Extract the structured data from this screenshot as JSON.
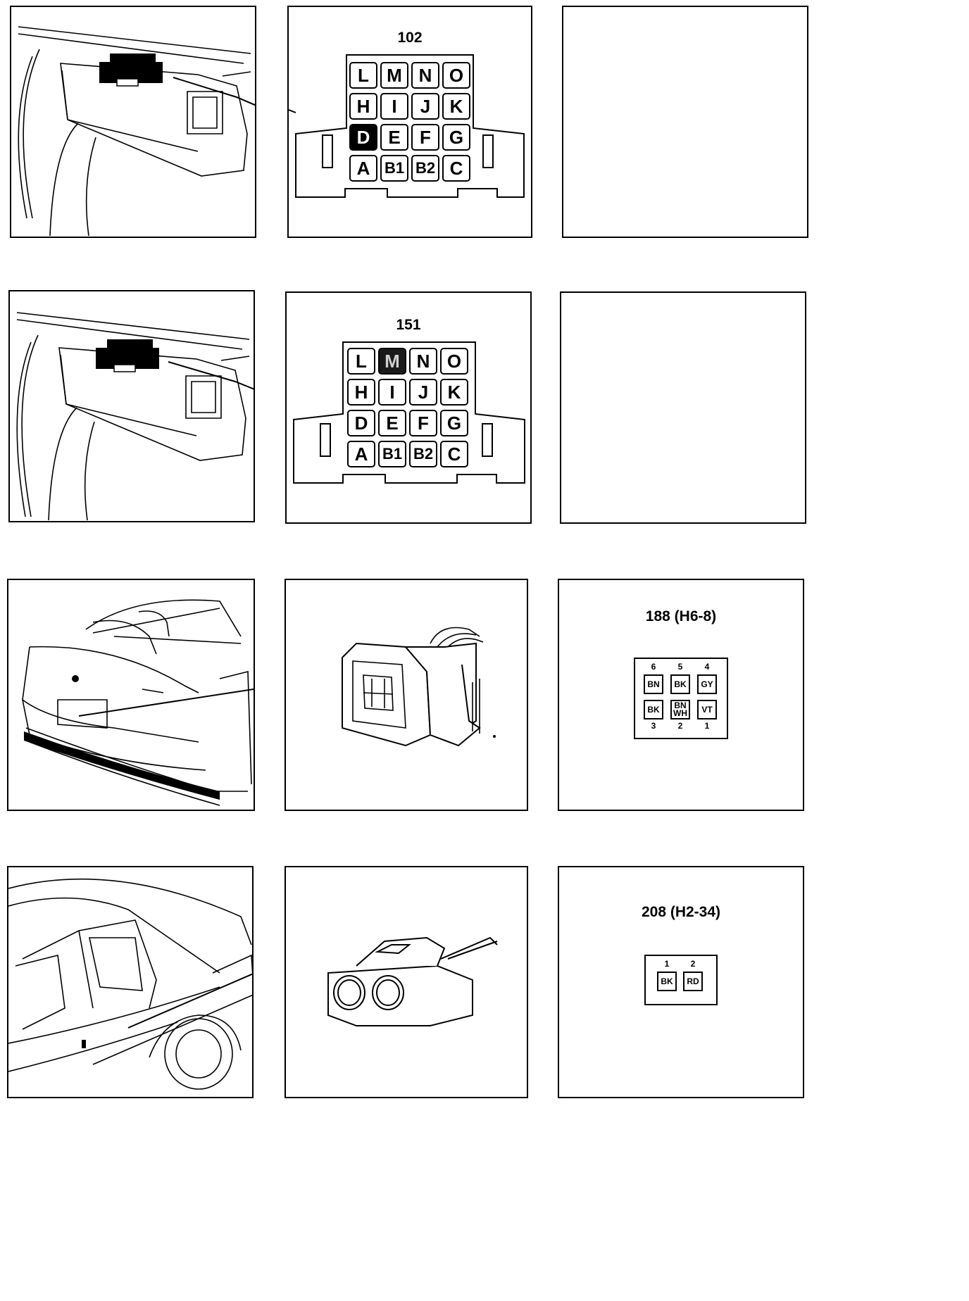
{
  "rows": [
    {
      "connector": {
        "label": "102",
        "pins": [
          [
            "L",
            "M",
            "N",
            "O"
          ],
          [
            "H",
            "I",
            "J",
            "K"
          ],
          [
            "D",
            "E",
            "F",
            "G"
          ],
          [
            "A",
            "B1",
            "B2",
            "C"
          ]
        ],
        "highlighted": [
          "D"
        ]
      }
    },
    {
      "connector": {
        "label": "151",
        "pins": [
          [
            "L",
            "M",
            "N",
            "O"
          ],
          [
            "H",
            "I",
            "J",
            "K"
          ],
          [
            "D",
            "E",
            "F",
            "G"
          ],
          [
            "A",
            "B1",
            "B2",
            "C"
          ]
        ],
        "highlighted": [
          "M"
        ]
      }
    },
    {
      "connector": {
        "label": "188 (H6-8)",
        "top_numbers": [
          "6",
          "5",
          "4"
        ],
        "top_row": [
          "BN",
          "BK",
          "GY"
        ],
        "bottom_row": [
          "BK",
          "BN WH",
          "VT"
        ],
        "bottom_numbers": [
          "3",
          "2",
          "1"
        ]
      }
    },
    {
      "connector": {
        "label": "208 (H2-34)",
        "numbers": [
          "1",
          "2"
        ],
        "cavities": [
          "BK",
          "RD"
        ]
      }
    }
  ],
  "icons": [
    "dashboard-locator-icon",
    "dashboard-locator-icon",
    "rear-car-locator-icon",
    "rear-quarter-car-locator-icon",
    "connector-housing-icon",
    "two-pin-connector-icon"
  ]
}
